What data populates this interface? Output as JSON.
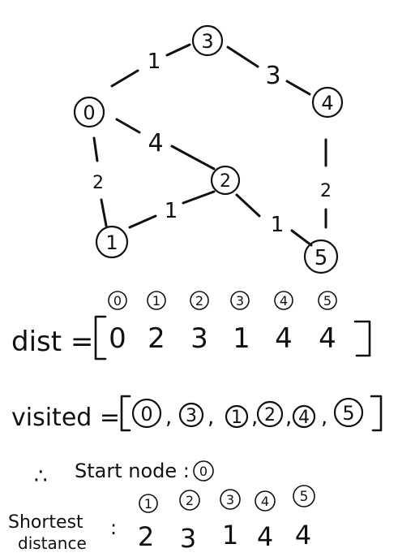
{
  "graph": {
    "nodes": [
      "0",
      "1",
      "2",
      "3",
      "4",
      "5"
    ],
    "edges": [
      {
        "from": "0",
        "to": "3",
        "weight": "1"
      },
      {
        "from": "3",
        "to": "4",
        "weight": "3"
      },
      {
        "from": "0",
        "to": "2",
        "weight": "4"
      },
      {
        "from": "0",
        "to": "1",
        "weight": "2"
      },
      {
        "from": "1",
        "to": "2",
        "weight": "1"
      },
      {
        "from": "2",
        "to": "5",
        "weight": "1"
      },
      {
        "from": "4",
        "to": "5",
        "weight": "2"
      }
    ]
  },
  "dist": {
    "label": "dist =",
    "header_nodes": [
      "0",
      "1",
      "2",
      "3",
      "4",
      "5"
    ],
    "values": [
      "0",
      "2",
      "3",
      "1",
      "4",
      "4"
    ]
  },
  "visited": {
    "label": "visited =",
    "order": [
      "0",
      "3",
      "1",
      "2",
      "4",
      "5"
    ]
  },
  "start": {
    "therefore": "∴",
    "text": "Start node :",
    "node": "0"
  },
  "shortest": {
    "label_line1": "Shortest",
    "label_line2": "distance",
    "colon": ":",
    "header_nodes": [
      "1",
      "2",
      "3",
      "4",
      "5"
    ],
    "values": [
      "2",
      "3",
      "1",
      "4",
      "4"
    ]
  }
}
